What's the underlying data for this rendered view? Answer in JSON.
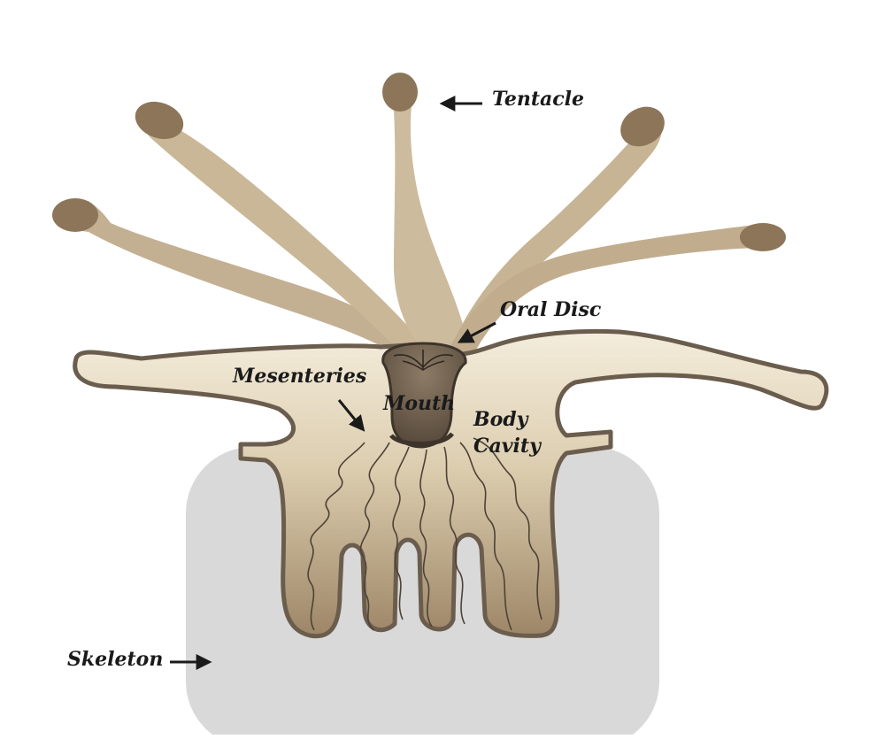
{
  "labels": {
    "tentacle": "Tentacle",
    "oral_disc": "Oral Disc",
    "mesenteries": "Mesenteries",
    "mouth": "Mouth",
    "body": "Body",
    "cavity": "Cavity",
    "skeleton": "Skeleton"
  },
  "colors": {
    "skeleton": "#d9d9d9",
    "tentacle_base": "#c9b79a",
    "tentacle_tip": "#8c7558",
    "body_fill": "#e6dcc6",
    "body_dark": "#a48c6c",
    "outline": "#6b5d4d",
    "mouth": "#6a5a48"
  }
}
